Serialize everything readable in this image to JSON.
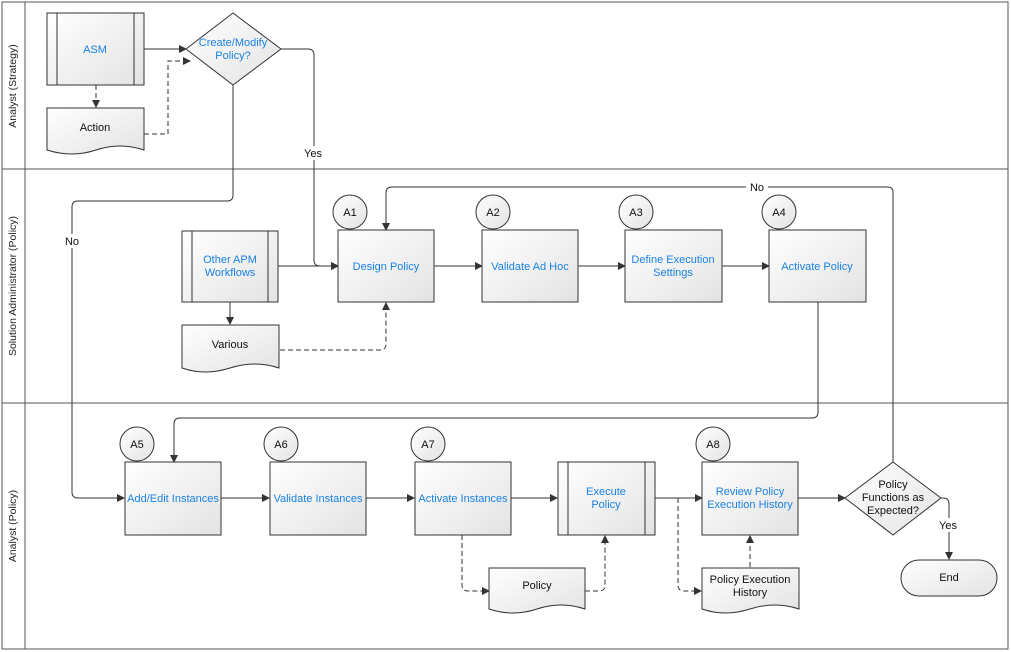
{
  "lanes": [
    {
      "label": "Analyst (Strategy)"
    },
    {
      "label": "Solution Administrator (Policy)"
    },
    {
      "label": "Analyst (Policy)"
    }
  ],
  "shapes": {
    "asm": "ASM",
    "action": "Action",
    "create_modify": [
      "Create/Modify",
      "Policy?"
    ],
    "other_apm": [
      "Other APM",
      "Workflows"
    ],
    "various": "Various",
    "design_policy": "Design Policy",
    "validate_ad_hoc": "Validate Ad Hoc",
    "define_execution": [
      "Define Execution",
      "Settings"
    ],
    "activate_policy": "Activate Policy",
    "add_edit_instances": "Add/Edit Instances",
    "validate_instances": "Validate Instances",
    "activate_instances": "Activate Instances",
    "execute_policy": [
      "Execute",
      "Policy"
    ],
    "policy_doc": "Policy",
    "review_policy": [
      "Review Policy",
      "Execution History"
    ],
    "policy_history_doc": [
      "Policy Execution",
      "History"
    ],
    "policy_functions": [
      "Policy",
      "Functions as",
      "Expected?"
    ],
    "end": "End"
  },
  "step_markers": {
    "a1": "A1",
    "a2": "A2",
    "a3": "A3",
    "a4": "A4",
    "a5": "A5",
    "a6": "A6",
    "a7": "A7",
    "a8": "A8"
  },
  "edge_labels": {
    "yes_create": "Yes",
    "no_create": "No",
    "no_functions": "No",
    "yes_functions": "Yes"
  }
}
